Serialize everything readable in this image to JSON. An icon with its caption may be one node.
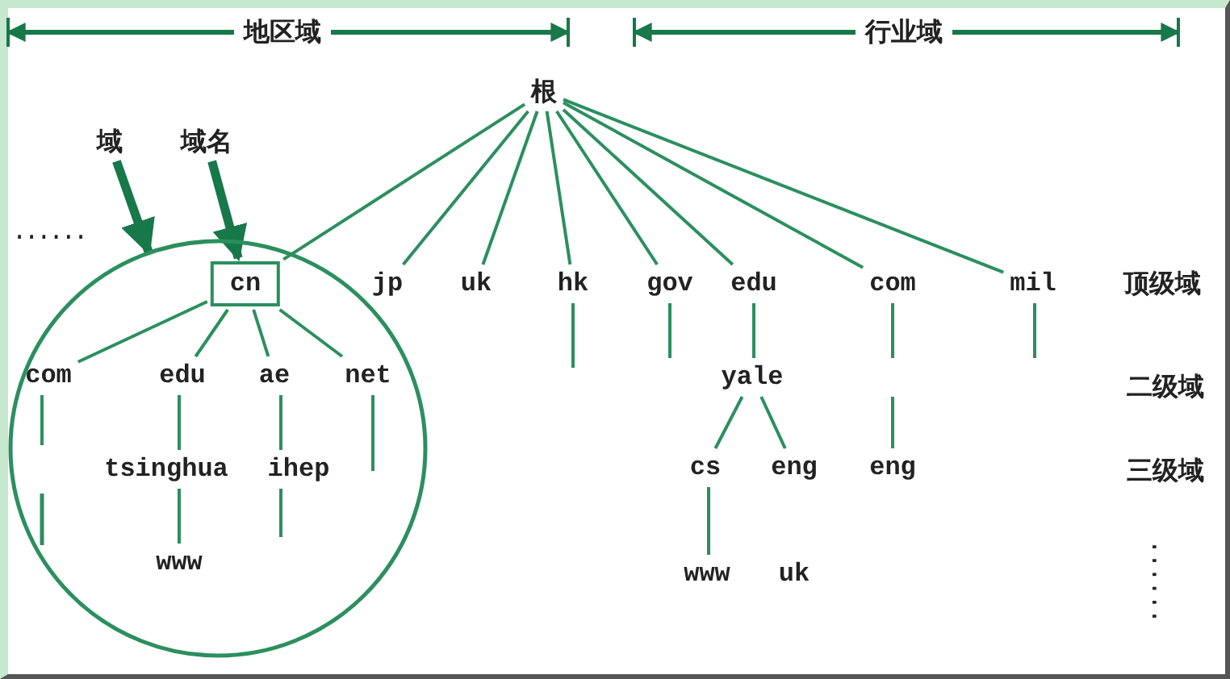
{
  "diagram": {
    "nodes": [
      {
        "text": [
          "根"
        ]
      },
      {
        "text": [
          "域"
        ]
      },
      {
        "text": [
          "域名"
        ]
      },
      {
        "text": [],
        "shape": "circle"
      },
      {
        "text": [
          "cn"
        ],
        "in": 3
      },
      {
        "text": [
          "jp"
        ]
      },
      {
        "text": [
          "uk"
        ]
      },
      {
        "text": [
          "hk"
        ]
      },
      {
        "text": [
          "gov"
        ]
      },
      {
        "text": [
          "edu"
        ]
      },
      {
        "text": [
          "com"
        ]
      },
      {
        "text": [
          "mil"
        ]
      },
      {
        "text": [
          "com"
        ],
        "in": 3
      },
      {
        "text": [
          "edu"
        ],
        "in": 3
      },
      {
        "text": [
          "ae"
        ],
        "in": 3
      },
      {
        "text": [
          "net"
        ],
        "in": 3
      },
      {
        "text": [
          "tsinghua"
        ],
        "in": 3
      },
      {
        "text": [
          "ihep"
        ],
        "in": 3
      },
      {
        "text": [
          "yale"
        ]
      },
      {
        "text": [
          "cs"
        ]
      },
      {
        "text": [
          "eng"
        ]
      },
      {
        "text": [
          "eng"
        ]
      },
      {
        "text": [
          "www"
        ],
        "in": 3
      },
      {
        "text": [
          "www"
        ]
      }
    ],
    "edges": [
      {
        "from": 0,
        "to": 4,
        "arrow": "none"
      },
      {
        "from": 0,
        "to": 5,
        "arrow": "none"
      },
      {
        "from": 0,
        "to": 6,
        "arrow": "none"
      },
      {
        "from": 0,
        "to": 7,
        "arrow": "none"
      },
      {
        "from": 0,
        "to": 8,
        "arrow": "none"
      },
      {
        "from": 0,
        "to": 9,
        "arrow": "none"
      },
      {
        "from": 0,
        "to": 10,
        "arrow": "none"
      },
      {
        "from": 0,
        "to": 11,
        "arrow": "none"
      },
      {
        "from": 4,
        "to": 12,
        "arrow": "none"
      },
      {
        "from": 4,
        "to": 13,
        "arrow": "none"
      },
      {
        "from": 4,
        "to": 14,
        "arrow": "none"
      },
      {
        "from": 4,
        "to": 15,
        "arrow": "none"
      },
      {
        "from": 12,
        "to": null,
        "arrow": "none"
      },
      {
        "from": 13,
        "to": 16,
        "arrow": "none"
      },
      {
        "from": 16,
        "to": 22,
        "arrow": "none"
      },
      {
        "from": 14,
        "to": 17,
        "arrow": "none"
      },
      {
        "from": 17,
        "to": null,
        "arrow": "none"
      },
      {
        "from": 15,
        "to": null,
        "arrow": "none"
      },
      {
        "from": 7,
        "to": null,
        "arrow": "none"
      },
      {
        "from": 8,
        "to": null,
        "arrow": "none"
      },
      {
        "from": 9,
        "to": 18,
        "arrow": "none"
      },
      {
        "from": 10,
        "to": null,
        "arrow": "none"
      },
      {
        "from": null,
        "to": 21,
        "arrow": "none"
      },
      {
        "from": 11,
        "to": null,
        "arrow": "none"
      },
      {
        "from": 18,
        "to": 19,
        "arrow": "none"
      },
      {
        "from": 18,
        "to": 20,
        "arrow": "none"
      },
      {
        "from": 19,
        "to": 23,
        "arrow": "none"
      },
      {
        "from": 1,
        "to": 3,
        "arrow": "to",
        "style": "thick",
        "color": "#17784a"
      },
      {
        "from": 2,
        "to": 4,
        "arrow": "to",
        "style": "thick",
        "color": "#17784a"
      }
    ],
    "labels": [
      "地区域",
      "行业域",
      "......",
      "顶级域",
      "二级域",
      "三级域",
      "uk",
      "......"
    ]
  }
}
